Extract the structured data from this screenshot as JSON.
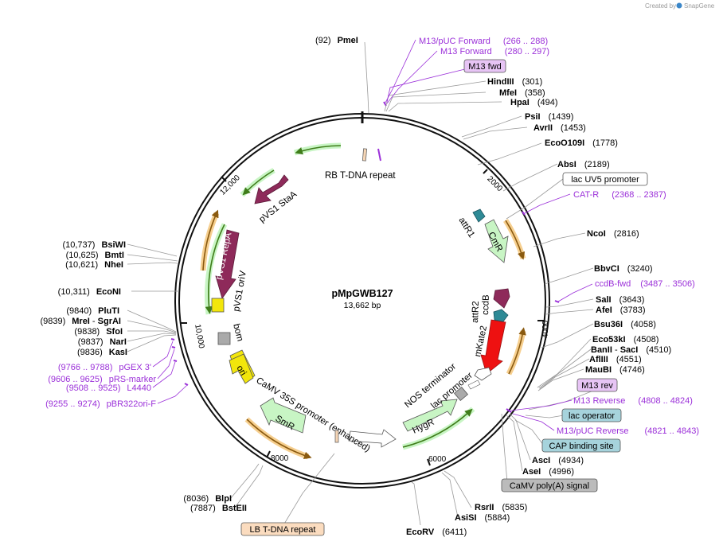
{
  "credit": {
    "text": "Created by",
    "brand": "SnapGene"
  },
  "plasmid": {
    "name": "pMpGWB127",
    "size": "13,662 bp"
  },
  "ticks": [
    "2000",
    "4000",
    "6000",
    "8000",
    "10,000",
    "12,000"
  ],
  "sites": {
    "PmeI": {
      "pos": "(92)",
      "name": "PmeI"
    },
    "HindIII": {
      "name": "HindIII",
      "pos": "(301)"
    },
    "MfeI": {
      "name": "MfeI",
      "pos": "(358)"
    },
    "HpaI": {
      "name": "HpaI",
      "pos": "(494)"
    },
    "PsiI": {
      "name": "PsiI",
      "pos": "(1439)"
    },
    "AvrII": {
      "name": "AvrII",
      "pos": "(1453)"
    },
    "EcoO109I": {
      "name": "EcoO109I",
      "pos": "(1778)"
    },
    "AbsI": {
      "name": "AbsI",
      "pos": "(2189)"
    },
    "NcoI": {
      "name": "NcoI",
      "pos": "(2816)"
    },
    "BbvCI": {
      "name": "BbvCI",
      "pos": "(3240)"
    },
    "SalI": {
      "name": "SalI",
      "pos": "(3643)"
    },
    "AfeI": {
      "name": "AfeI",
      "pos": "(3783)"
    },
    "Bsu36I": {
      "name": "Bsu36I",
      "pos": "(4058)"
    },
    "Eco53kI": {
      "name": "Eco53kI",
      "pos": "(4508)"
    },
    "BanII": {
      "name": "BanII",
      "sep": " - ",
      "name2": "SacI",
      "pos": "(4510)"
    },
    "AflIII": {
      "name": "AflIII",
      "pos": "(4551)"
    },
    "MauBI": {
      "name": "MauBI",
      "pos": "(4746)"
    },
    "AscI": {
      "name": "AscI",
      "pos": "(4934)"
    },
    "AseI": {
      "name": "AseI",
      "pos": "(4996)"
    },
    "RsrII": {
      "name": "RsrII",
      "pos": "(5835)"
    },
    "AsiSI": {
      "name": "AsiSI",
      "pos": "(5884)"
    },
    "EcoRV": {
      "name": "EcoRV",
      "pos": "(6411)"
    },
    "BlpI": {
      "pos": "(8036)",
      "name": "BlpI"
    },
    "BstEII": {
      "pos": "(7887)",
      "name": "BstEII"
    },
    "EcoNI": {
      "pos": "(10,311)",
      "name": "EcoNI"
    },
    "BsiWI": {
      "pos": "(10,737)",
      "name": "BsiWI"
    },
    "BmtI": {
      "pos": "(10,625)",
      "name": "BmtI"
    },
    "NheI": {
      "pos": "(10,621)",
      "name": "NheI"
    },
    "PluTI": {
      "pos": "(9840)",
      "name": "PluTI"
    },
    "MreI": {
      "pos": "(9839)",
      "name": "MreI",
      "sep": " - ",
      "name2": "SgrAI"
    },
    "SfoI": {
      "pos": "(9838)",
      "name": "SfoI"
    },
    "NarI": {
      "pos": "(9837)",
      "name": "NarI"
    },
    "KasI": {
      "pos": "(9836)",
      "name": "KasI"
    }
  },
  "primers": {
    "m13puc_fwd": {
      "name": "M13/pUC Forward",
      "range": "(266 .. 288)"
    },
    "m13_fwd": {
      "name": "M13 Forward",
      "range": "(280 .. 297)"
    },
    "cat_r": {
      "name": "CAT-R",
      "range": "(2368 .. 2387)"
    },
    "ccdb_fwd": {
      "name": "ccdB-fwd",
      "range": "(3487 .. 3506)"
    },
    "m13_rev": {
      "name": "M13 Reverse",
      "range": "(4808 .. 4824)"
    },
    "m13puc_rev": {
      "name": "M13/pUC Reverse",
      "range": "(4821 .. 4843)"
    },
    "pgex3": {
      "range": "(9766 .. 9788)",
      "name": "pGEX 3'"
    },
    "prs_marker": {
      "range": "(9606 .. 9625)",
      "name": "pRS-marker"
    },
    "l4440": {
      "range": "(9508 .. 9525)",
      "name": "L4440"
    },
    "pbr322": {
      "range": "(9255 .. 9274)",
      "name": "pBR322ori-F"
    }
  },
  "boxes": {
    "m13_fwd_box": "M13 fwd",
    "lac_uv5": "lac UV5 promoter",
    "m13_rev_box": "M13 rev",
    "lac_operator": "lac operator",
    "cap_site": "CAP binding site",
    "camv_polya": "CaMV poly(A) signal",
    "lb_tdna": "LB T-DNA repeat"
  },
  "features": {
    "rb_tdna": "RB T-DNA repeat",
    "pvs1_staa": "pVS1 StaA",
    "pvs1_repa": "pVS1 RepA",
    "pvs1_oriv": "pVS1 oriV",
    "bom": "bom",
    "ori": "ori",
    "camv35s": "CaMV 35S promoter (enhanced)",
    "smr": "SmR",
    "hygr": "HygR",
    "lac_promoter": "lac promoter",
    "nos_term": "NOS terminator",
    "mkate2": "mKate2",
    "attr2": "attR2",
    "ccdb": "ccdB",
    "cmr": "CmR",
    "attr1": "attR1"
  },
  "colors": {
    "primer": "#9b30d9",
    "marker_green": "#c8f5c4",
    "repa_purple": "#8e2a5a",
    "mkate_red": "#ee1111",
    "ori_yellow": "#f2e60b",
    "attr_teal": "#2e8a96",
    "orange_arc": "#e09a2c"
  }
}
